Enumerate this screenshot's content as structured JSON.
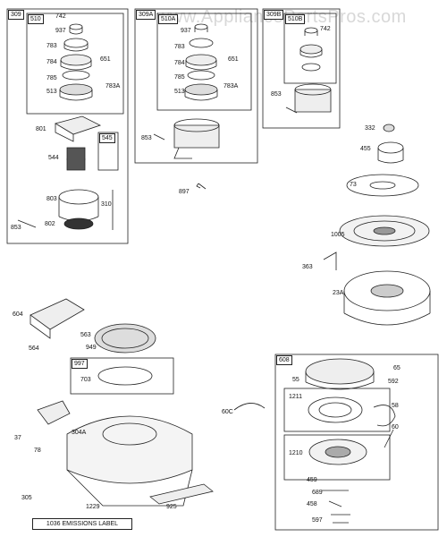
{
  "watermark": "www.AppliancePartsPros.com",
  "groups": {
    "g309": "309",
    "g309A": "309A",
    "g309B": "309B",
    "g510": "510",
    "g545": "545",
    "g997": "997",
    "g608": "608",
    "g510A": "510A",
    "g510B": "510B"
  },
  "parts": {
    "p742": "742",
    "p937": "937",
    "p783": "783",
    "p784": "784",
    "p651": "651",
    "p785": "785",
    "p513": "513",
    "p783A": "783A",
    "p801": "801",
    "p544": "544",
    "p803": "803",
    "p310": "310",
    "p853": "853",
    "p802": "802",
    "p937b": "937",
    "p783b": "783",
    "p784b": "784",
    "p651b": "651",
    "p785b": "785",
    "p513b": "513",
    "p783Ab": "783A",
    "p853b": "853",
    "p742c": "742",
    "p853c": "853",
    "p897": "897",
    "p332": "332",
    "p455": "455",
    "p73": "73",
    "p1005": "1005",
    "p363": "363",
    "p23A": "23A",
    "p604": "604",
    "p564": "564",
    "p563": "563",
    "p949": "949",
    "p703": "703",
    "p37": "37",
    "p304A": "304A",
    "p78": "78",
    "p305": "305",
    "p1229": "1229",
    "p925": "925",
    "p60C": "60C",
    "p55": "55",
    "p65": "65",
    "p592": "592",
    "p58": "58",
    "p60": "60",
    "p1211": "1211",
    "p1210": "1210",
    "p459": "459",
    "p689": "689",
    "p458": "458",
    "p597": "597"
  },
  "emissions_label": "1036 EMISSIONS LABEL"
}
